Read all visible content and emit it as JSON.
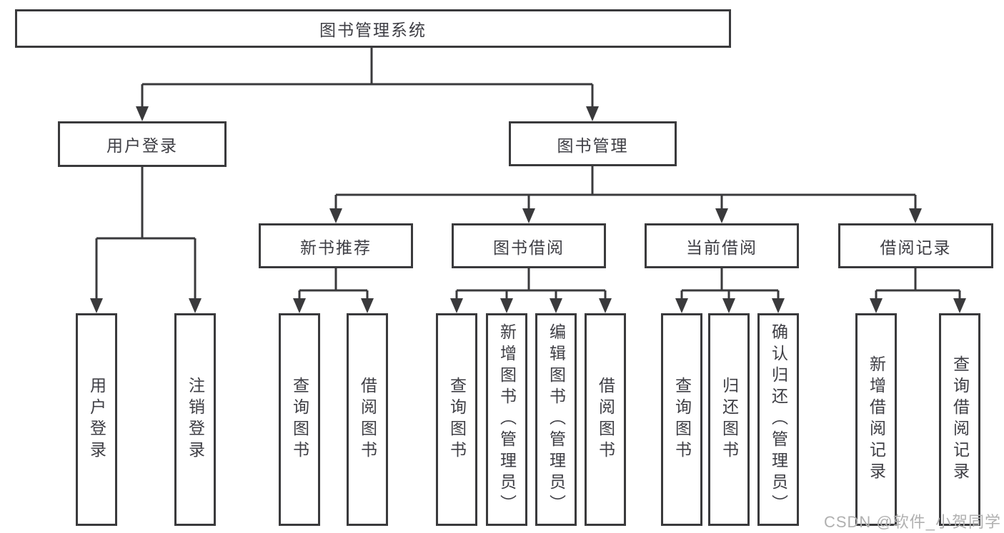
{
  "tree": {
    "root": {
      "label": "图书管理系统",
      "children": [
        {
          "label": "用户登录",
          "children": [
            {
              "label": "用户登录"
            },
            {
              "label": "注销登录"
            }
          ]
        },
        {
          "label": "图书管理",
          "children": [
            {
              "label": "新书推荐",
              "children": [
                {
                  "label": "查询图书"
                },
                {
                  "label": "借阅图书"
                }
              ]
            },
            {
              "label": "图书借阅",
              "children": [
                {
                  "label": "查询图书"
                },
                {
                  "label": "新增图书（管理员）"
                },
                {
                  "label": "编辑图书（管理员）"
                },
                {
                  "label": "借阅图书"
                }
              ]
            },
            {
              "label": "当前借阅",
              "children": [
                {
                  "label": "查询图书"
                },
                {
                  "label": "归还图书"
                },
                {
                  "label": "确认归还（管理员）"
                }
              ]
            },
            {
              "label": "借阅记录",
              "children": [
                {
                  "label": "新增借阅记录"
                },
                {
                  "label": "查询借阅记录"
                }
              ]
            }
          ]
        }
      ]
    }
  },
  "watermark": {
    "label": "CSDN @软件_小贺同学"
  },
  "colors": {
    "line": "#3a3a3c",
    "box_border": "#3a3a3c",
    "text": "#3e3e44",
    "watermark": "#b0b0b0",
    "background": "#ffffff"
  }
}
